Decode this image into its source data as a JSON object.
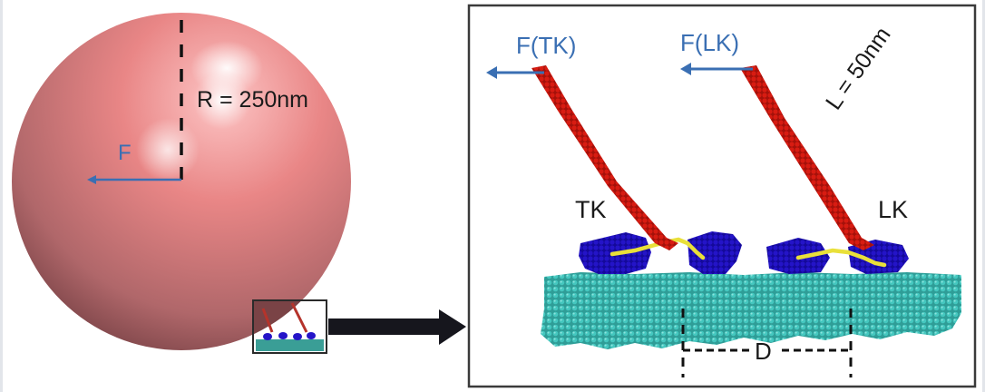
{
  "colors": {
    "sphere_highlight": "#ffffff",
    "sphere_mid": "#e98686",
    "sphere_shadow": "#7a4346",
    "force_arrow": "#3a6fb3",
    "coiled_coil": "#cc1a10",
    "kinase_domain": "#1f10b8",
    "linker": "#e9e03a",
    "substrate": "#3ab8b0",
    "annotation": "#1a1a1a",
    "page_edge": "#e2e5ea"
  },
  "left_panel": {
    "radius_label": "R = 250nm",
    "force_label": "F",
    "inset_box": "zoom-region"
  },
  "right_panel": {
    "force_tk_label": "F(TK)",
    "force_lk_label": "F(LK)",
    "length_label": "L = 50nm",
    "tk_label": "TK",
    "lk_label": "LK",
    "distance_label": "D"
  }
}
